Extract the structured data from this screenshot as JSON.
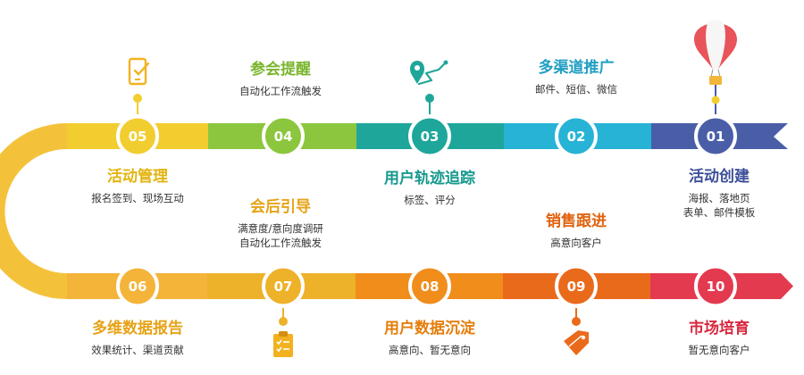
{
  "steps": [
    {
      "num": "01",
      "title": "活动创建",
      "desc": [
        "海报、落地页",
        "表单、邮件模板"
      ],
      "color": "#4a5ea8",
      "title_color": "#3d4f9a"
    },
    {
      "num": "02",
      "title": "多渠道推广",
      "desc": [
        "邮件、短信、微信"
      ],
      "color": "#27b3d6",
      "title_color": "#1f9ec2"
    },
    {
      "num": "03",
      "title": "用户轨迹追踪",
      "desc": [
        "标签、评分"
      ],
      "color": "#1fa69a",
      "title_color": "#16998d"
    },
    {
      "num": "04",
      "title": "参会提醒",
      "desc": [
        "自动化工作流触发"
      ],
      "color": "#8cc63e",
      "title_color": "#7ab52f"
    },
    {
      "num": "05",
      "title": "活动管理",
      "desc": [
        "报名签到、现场互动"
      ],
      "color": "#f2cd2f",
      "title_color": "#e3b410"
    },
    {
      "num": "06",
      "title": "多维数据报告",
      "desc": [
        "效果统计、渠道贡献"
      ],
      "color": "#f4b43a",
      "title_color": "#e6a317"
    },
    {
      "num": "07",
      "title": "会后引导",
      "desc": [
        "满意度/意向度调研",
        "自动化工作流触发"
      ],
      "color": "#eeb12a",
      "title_color": "#e6a317"
    },
    {
      "num": "08",
      "title": "用户数据沉淀",
      "desc": [
        "高意向、暂无意向"
      ],
      "color": "#f08d1b",
      "title_color": "#e57d0a"
    },
    {
      "num": "09",
      "title": "销售跟进",
      "desc": [
        "高意向客户"
      ],
      "color": "#ea6a1c",
      "title_color": "#e0620e"
    },
    {
      "num": "10",
      "title": "市场培育",
      "desc": [
        "暂无意向客户"
      ],
      "color": "#e43a50",
      "title_color": "#d8283f"
    }
  ],
  "icons": {
    "step01": "hot-air-balloon-icon",
    "step03": "location-route-icon",
    "step05": "phone-check-icon",
    "step07": "clipboard-check-icon",
    "step09": "price-tag-icon"
  }
}
